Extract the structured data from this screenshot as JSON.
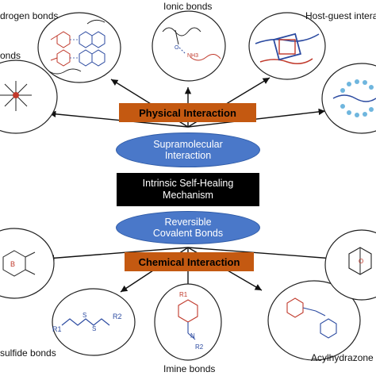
{
  "center": {
    "physical": "Physical Interaction",
    "supramolecular_line1": "Supramolecular",
    "supramolecular_line2": "Interaction",
    "mechanism_line1": "Intrinsic Self-Healing",
    "mechanism_line2": "Mechanism",
    "reversible_line1": "Reversible",
    "reversible_line2": "Covalent Bonds",
    "chemical": "Chemical Interaction"
  },
  "labels": {
    "hydrogen": "drogen bonds",
    "ionic": "Ionic bonds",
    "hostguest": "Host-guest interac",
    "metal": "onds",
    "disulfide": "sulfide bonds",
    "imine": "Imine bonds",
    "acylhydrazone": "Acylhydrazone b"
  },
  "molecule_text": {
    "r1": "R1",
    "r2": "R2",
    "nh3": "NH3",
    "b": "B"
  },
  "colors": {
    "orange_box": "#c45911",
    "blue_ellipse": "#4a78c9",
    "black_box": "#000000",
    "arrow": "#111111",
    "bubble_border": "#222222"
  }
}
